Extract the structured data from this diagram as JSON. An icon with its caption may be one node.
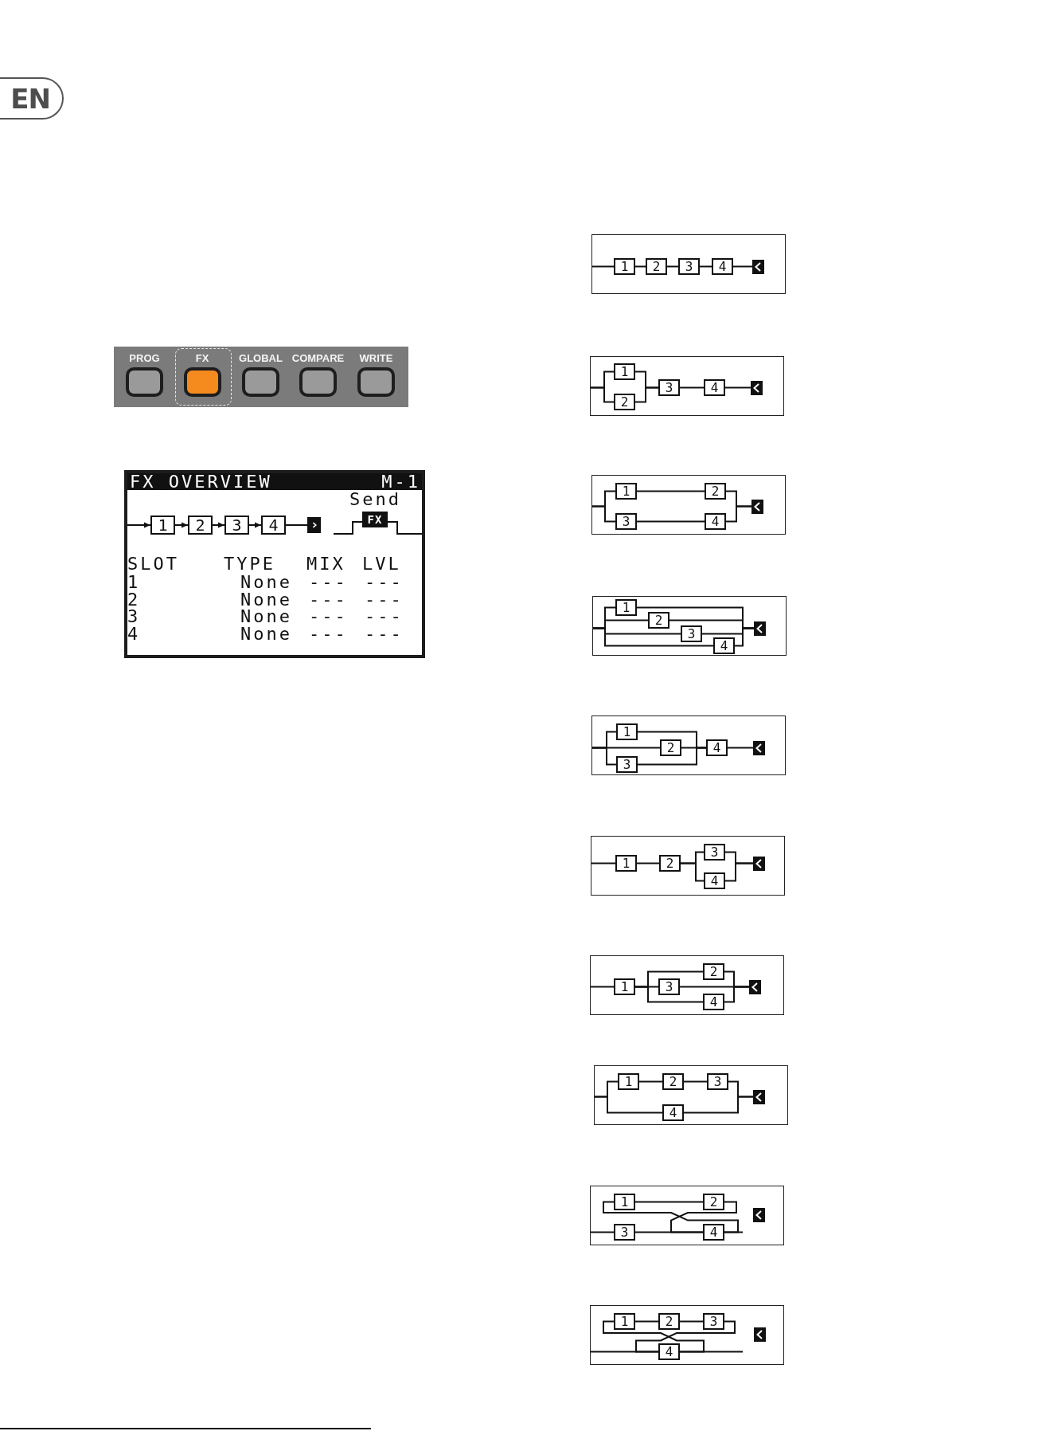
{
  "diagram": {
    "nodes": [
      {
        "text": [
          "EN"
        ]
      },
      {
        "text": [],
        "shape": "box"
      },
      {
        "text": [
          "PROG"
        ],
        "in": 1
      },
      {
        "text": [
          "FX"
        ],
        "in": 1
      },
      {
        "text": [
          "GLOBAL"
        ],
        "in": 1
      },
      {
        "text": [
          "COMPARE"
        ],
        "in": 1
      },
      {
        "text": [
          "WRITE"
        ],
        "in": 1
      },
      {
        "text": [],
        "shape": "box"
      },
      {
        "text": [
          "FX OVERVIEW",
          "M-1"
        ],
        "in": 7
      },
      {
        "text": [
          "1"
        ],
        "in": 7
      },
      {
        "text": [
          "2"
        ],
        "in": 7
      },
      {
        "text": [
          "3"
        ],
        "in": 7
      },
      {
        "text": [
          "4"
        ],
        "in": 7
      },
      {
        "text": [],
        "shape": "box",
        "in": 7
      },
      {
        "text": [
          "FX"
        ],
        "beside": [
          "Send"
        ],
        "in": 7
      },
      {
        "text": [],
        "shape": "box"
      },
      {
        "text": [
          "1"
        ],
        "in": 15
      },
      {
        "text": [
          "2"
        ],
        "in": 15
      },
      {
        "text": [
          "3"
        ],
        "in": 15
      },
      {
        "text": [
          "4"
        ],
        "in": 15
      },
      {
        "text": [],
        "shape": "box",
        "in": 15
      },
      {
        "text": [],
        "shape": "box"
      },
      {
        "text": [
          "1"
        ],
        "in": 21
      },
      {
        "text": [
          "2"
        ],
        "in": 21
      },
      {
        "text": [
          "3"
        ],
        "in": 21
      },
      {
        "text": [
          "4"
        ],
        "in": 21
      },
      {
        "text": [],
        "shape": "box",
        "in": 21
      },
      {
        "text": [],
        "shape": "box"
      },
      {
        "text": [
          "1"
        ],
        "in": 27
      },
      {
        "text": [
          "2"
        ],
        "in": 27
      },
      {
        "text": [
          "3"
        ],
        "in": 27
      },
      {
        "text": [
          "4"
        ],
        "in": 27
      },
      {
        "text": [],
        "shape": "box",
        "in": 27
      },
      {
        "text": [],
        "shape": "box"
      },
      {
        "text": [
          "1"
        ],
        "in": 33
      },
      {
        "text": [
          "2"
        ],
        "in": 33
      },
      {
        "text": [
          "3"
        ],
        "in": 33
      },
      {
        "text": [
          "4"
        ],
        "in": 33
      },
      {
        "text": [],
        "shape": "box",
        "in": 33
      },
      {
        "text": [],
        "shape": "box"
      },
      {
        "text": [
          "1"
        ],
        "in": 39
      },
      {
        "text": [
          "2"
        ],
        "in": 39
      },
      {
        "text": [
          "3"
        ],
        "in": 39
      },
      {
        "text": [
          "4"
        ],
        "in": 39
      },
      {
        "text": [],
        "shape": "box",
        "in": 39
      },
      {
        "text": [],
        "shape": "box"
      },
      {
        "text": [
          "1"
        ],
        "in": 45
      },
      {
        "text": [
          "2"
        ],
        "in": 45
      },
      {
        "text": [
          "3"
        ],
        "in": 45
      },
      {
        "text": [
          "4"
        ],
        "in": 45
      },
      {
        "text": [],
        "shape": "box",
        "in": 45
      },
      {
        "text": [],
        "shape": "box"
      },
      {
        "text": [
          "1"
        ],
        "in": 51
      },
      {
        "text": [
          "2"
        ],
        "in": 51
      },
      {
        "text": [
          "3"
        ],
        "in": 51
      },
      {
        "text": [
          "4"
        ],
        "in": 51
      },
      {
        "text": [],
        "shape": "box",
        "in": 51
      },
      {
        "text": [],
        "shape": "box"
      },
      {
        "text": [
          "1"
        ],
        "in": 57
      },
      {
        "text": [
          "2"
        ],
        "in": 57
      },
      {
        "text": [
          "3"
        ],
        "in": 57
      },
      {
        "text": [
          "4"
        ],
        "in": 57
      },
      {
        "text": [],
        "shape": "box",
        "in": 57
      },
      {
        "text": [],
        "shape": "box"
      },
      {
        "text": [
          "1"
        ],
        "in": 63
      },
      {
        "text": [
          "2"
        ],
        "in": 63
      },
      {
        "text": [
          "3"
        ],
        "in": 63
      },
      {
        "text": [
          "4"
        ],
        "in": 63
      },
      {
        "text": [],
        "shape": "box",
        "in": 63
      },
      {
        "text": [],
        "shape": "box"
      },
      {
        "text": [
          "1"
        ],
        "in": 69
      },
      {
        "text": [
          "2"
        ],
        "in": 69
      },
      {
        "text": [
          "3"
        ],
        "in": 69
      },
      {
        "text": [
          "4"
        ],
        "in": 69
      },
      {
        "text": [],
        "shape": "box",
        "in": 69
      }
    ],
    "edges": [
      {
        "from": null,
        "to": 9,
        "arrow": "to"
      },
      {
        "from": 9,
        "to": 10,
        "arrow": "to"
      },
      {
        "from": 10,
        "to": 11,
        "arrow": "to"
      },
      {
        "from": 11,
        "to": 12,
        "arrow": "to"
      },
      {
        "from": 12,
        "to": 13,
        "arrow": "none"
      },
      {
        "from": null,
        "to": 16,
        "arrow": "none"
      },
      {
        "from": 16,
        "to": 17,
        "arrow": "none"
      },
      {
        "from": 17,
        "to": 18,
        "arrow": "none"
      },
      {
        "from": 18,
        "to": 19,
        "arrow": "none"
      },
      {
        "from": 19,
        "to": 20,
        "arrow": "none"
      },
      {
        "from": null,
        "to": 22,
        "arrow": "none"
      },
      {
        "from": null,
        "to": 23,
        "arrow": "none"
      },
      {
        "from": 22,
        "to": 24,
        "arrow": "none"
      },
      {
        "from": 23,
        "to": 24,
        "arrow": "none"
      },
      {
        "from": 24,
        "to": 25,
        "arrow": "none"
      },
      {
        "from": 25,
        "to": 26,
        "arrow": "none"
      },
      {
        "from": null,
        "to": 28,
        "arrow": "none"
      },
      {
        "from": null,
        "to": 30,
        "arrow": "none"
      },
      {
        "from": 28,
        "to": 29,
        "arrow": "none"
      },
      {
        "from": 30,
        "to": 31,
        "arrow": "none"
      },
      {
        "from": 29,
        "to": 32,
        "arrow": "none"
      },
      {
        "from": 31,
        "to": 32,
        "arrow": "none"
      },
      {
        "from": null,
        "to": 34,
        "arrow": "none"
      },
      {
        "from": null,
        "to": 35,
        "arrow": "none"
      },
      {
        "from": null,
        "to": 36,
        "arrow": "none"
      },
      {
        "from": null,
        "to": 37,
        "arrow": "none"
      },
      {
        "from": 34,
        "to": 38,
        "arrow": "none"
      },
      {
        "from": 35,
        "to": 38,
        "arrow": "none"
      },
      {
        "from": 36,
        "to": 38,
        "arrow": "none"
      },
      {
        "from": 37,
        "to": 38,
        "arrow": "none"
      },
      {
        "from": null,
        "to": 40,
        "arrow": "none"
      },
      {
        "from": null,
        "to": 41,
        "arrow": "none"
      },
      {
        "from": null,
        "to": 42,
        "arrow": "none"
      },
      {
        "from": 40,
        "to": 43,
        "arrow": "none"
      },
      {
        "from": 41,
        "to": 43,
        "arrow": "none"
      },
      {
        "from": 42,
        "to": 43,
        "arrow": "none"
      },
      {
        "from": 43,
        "to": 44,
        "arrow": "none"
      },
      {
        "from": null,
        "to": 46,
        "arrow": "none"
      },
      {
        "from": 46,
        "to": 47,
        "arrow": "none"
      },
      {
        "from": 47,
        "to": 48,
        "arrow": "none"
      },
      {
        "from": 47,
        "to": 49,
        "arrow": "none"
      },
      {
        "from": 48,
        "to": 50,
        "arrow": "none"
      },
      {
        "from": 49,
        "to": 50,
        "arrow": "none"
      },
      {
        "from": null,
        "to": 52,
        "arrow": "none"
      },
      {
        "from": 52,
        "to": 53,
        "arrow": "none"
      },
      {
        "from": 52,
        "to": 54,
        "arrow": "none"
      },
      {
        "from": 52,
        "to": 55,
        "arrow": "none"
      },
      {
        "from": 53,
        "to": 56,
        "arrow": "none"
      },
      {
        "from": 54,
        "to": 56,
        "arrow": "none"
      },
      {
        "from": 55,
        "to": 56,
        "arrow": "none"
      },
      {
        "from": null,
        "to": 58,
        "arrow": "none"
      },
      {
        "from": null,
        "to": 61,
        "arrow": "none"
      },
      {
        "from": 58,
        "to": 59,
        "arrow": "none"
      },
      {
        "from": 59,
        "to": 60,
        "arrow": "none"
      },
      {
        "from": 60,
        "to": 62,
        "arrow": "none"
      },
      {
        "from": 61,
        "to": 62,
        "arrow": "none"
      },
      {
        "from": null,
        "to": 66,
        "arrow": "none"
      },
      {
        "from": 66,
        "to": 67,
        "arrow": "none"
      },
      {
        "from": 64,
        "to": 65,
        "arrow": "none"
      },
      {
        "from": 65,
        "to": 67,
        "arrow": "none"
      },
      {
        "from": 67,
        "to": 64,
        "arrow": "none"
      },
      {
        "from": 67,
        "to": null,
        "arrow": "none"
      },
      {
        "from": null,
        "to": 73,
        "arrow": "none"
      },
      {
        "from": 70,
        "to": 71,
        "arrow": "none"
      },
      {
        "from": 71,
        "to": 72,
        "arrow": "none"
      },
      {
        "from": 72,
        "to": 73,
        "arrow": "none"
      },
      {
        "from": 73,
        "to": 70,
        "arrow": "none"
      },
      {
        "from": 73,
        "to": null,
        "arrow": "none"
      }
    ],
    "labels": [
      "SLOT",
      "TYPE",
      "MIX",
      "LVL",
      "1",
      "None",
      "---",
      "---",
      "2",
      "None",
      "---",
      "---",
      "3",
      "None",
      "---",
      "---",
      "4",
      "None",
      "---",
      "---"
    ]
  }
}
